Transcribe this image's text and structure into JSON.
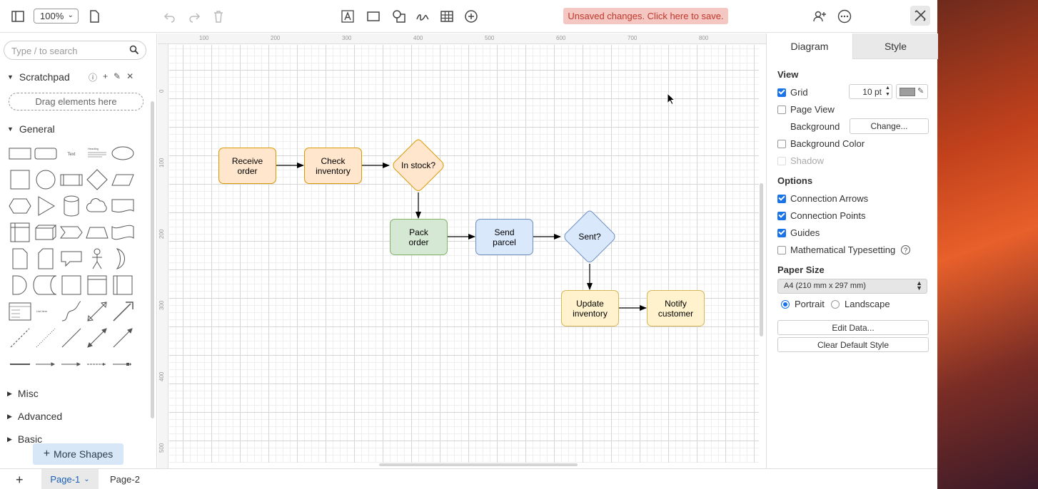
{
  "toolbar": {
    "zoom_value": "100%",
    "unsaved_notice": "Unsaved changes. Click here to save.",
    "icons": [
      "sidebar-toggle-icon",
      "new-page-icon",
      "undo-icon",
      "redo-icon",
      "delete-icon",
      "text-icon",
      "rectangle-icon",
      "shapes-icon",
      "freehand-icon",
      "table-icon",
      "insert-icon",
      "share-icon",
      "more-icon",
      "format-icon"
    ]
  },
  "sidebar": {
    "search_placeholder": "Type / to search",
    "scratchpad_label": "Scratchpad",
    "drag_hint": "Drag elements here",
    "general_label": "General",
    "misc_label": "Misc",
    "advanced_label": "Advanced",
    "partial_label": "Basic",
    "more_shapes_label": "More Shapes",
    "shape_text_sample": "Text",
    "shape_heading_sample": "Heading",
    "shape_list_sample": "List Item"
  },
  "canvas": {
    "ruler_top": [
      "100",
      "200",
      "300",
      "400",
      "500",
      "600",
      "700",
      "800"
    ],
    "ruler_left": [
      "0",
      "100",
      "200",
      "300",
      "400",
      "500"
    ],
    "nodes": {
      "receive_order": "Receive\norder",
      "check_inventory": "Check\ninventory",
      "in_stock": "In stock?",
      "pack_order": "Pack\norder",
      "send_parcel": "Send\nparcel",
      "sent": "Sent?",
      "update_inventory": "Update\ninventory",
      "notify_customer": "Notify\ncustomer"
    },
    "colors": {
      "orange_fill": "#ffe6cc",
      "green_fill": "#d5e8d4",
      "blue_fill": "#dae8fc",
      "yellow_fill": "#fff2cc"
    }
  },
  "panel": {
    "tab_diagram": "Diagram",
    "tab_style": "Style",
    "view_heading": "View",
    "grid_label": "Grid",
    "grid_size": "10 pt",
    "page_view_label": "Page View",
    "background_label": "Background",
    "change_button": "Change...",
    "background_color_label": "Background Color",
    "shadow_label": "Shadow",
    "options_heading": "Options",
    "connection_arrows_label": "Connection Arrows",
    "connection_points_label": "Connection Points",
    "guides_label": "Guides",
    "math_label": "Mathematical Typesetting",
    "paper_size_heading": "Paper Size",
    "paper_size_value": "A4 (210 mm x 297 mm)",
    "portrait_label": "Portrait",
    "landscape_label": "Landscape",
    "edit_data_button": "Edit Data...",
    "clear_style_button": "Clear Default Style",
    "grid_checked": true,
    "page_view_checked": false,
    "background_color_checked": false,
    "shadow_checked": false,
    "connection_arrows_checked": true,
    "connection_points_checked": true,
    "guides_checked": true,
    "math_checked": false,
    "orientation": "Portrait"
  },
  "pages": {
    "add_label": "+",
    "page1": "Page-1",
    "page2": "Page-2"
  }
}
